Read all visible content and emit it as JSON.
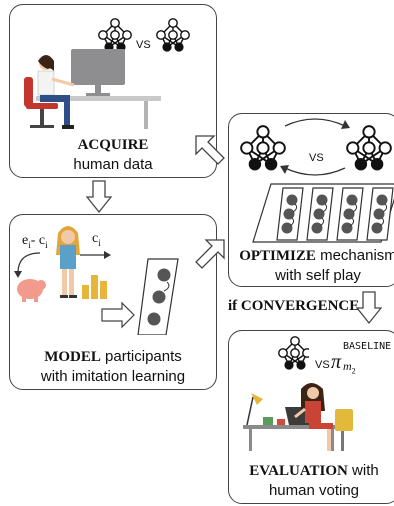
{
  "acquire": {
    "bold": "ACQUIRE",
    "line2": "human data",
    "vs": "VS"
  },
  "model": {
    "bold": "MODEL",
    "line1_rest": " participants",
    "line2": "with imitation learning",
    "label_left": "e",
    "label_left_sub": "i",
    "label_minus": "- c",
    "label_minus_sub": "i",
    "label_right": "c",
    "label_right_sub": "i"
  },
  "optimize": {
    "bold": "OPTIMIZE",
    "line1_rest": " mechanism",
    "line2": "with self play",
    "vs": "VS"
  },
  "convergence": {
    "label": "if CONVERGENCE"
  },
  "evaluation": {
    "bold": "EVALUATION",
    "line1_rest": " with",
    "line2": "human voting",
    "vs": "VS",
    "pi": "π",
    "superscript": "BASELINE",
    "subscript": "m",
    "subscript_num": "2"
  }
}
